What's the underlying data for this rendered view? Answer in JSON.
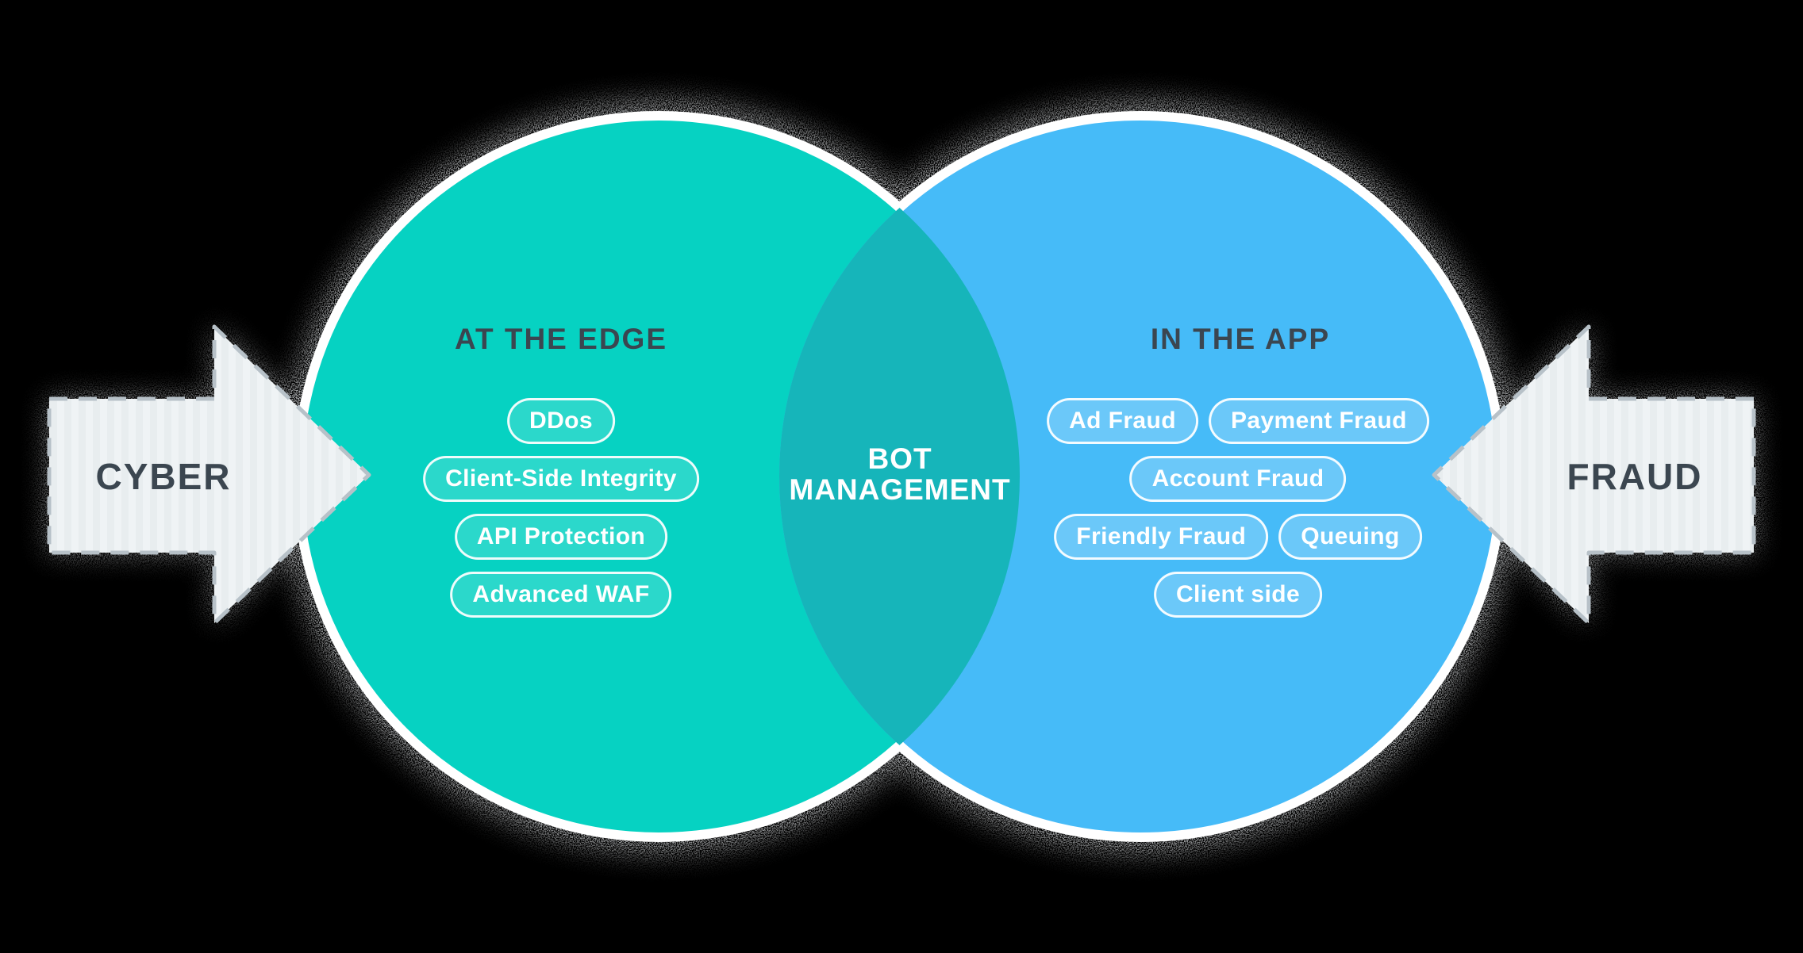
{
  "colors": {
    "background": "#000000",
    "left_circle_fill": "#06D2C2",
    "right_circle_fill": "#46BBF8",
    "overlap_fill": "#16B5BA",
    "circle_ring": "#FFFFFF",
    "arrow_fill": "#E8EDEF",
    "arrow_stripe": "#EFF3F5",
    "arrow_border": "#B7C1C8",
    "heading_text": "#3B4650",
    "pill_text": "#FFFFFF",
    "spray_shadow": "#B9BFC3"
  },
  "left_arrow": {
    "label": "CYBER"
  },
  "right_arrow": {
    "label": "FRAUD"
  },
  "left_circle": {
    "title": "AT THE EDGE",
    "rows": [
      [
        "DDos"
      ],
      [
        "Client-Side Integrity"
      ],
      [
        "API Protection"
      ],
      [
        "Advanced WAF"
      ]
    ]
  },
  "overlap": {
    "line1": "BOT",
    "line2": "MANAGEMENT"
  },
  "right_circle": {
    "title": "IN THE APP",
    "rows": [
      [
        "Ad Fraud",
        "Payment Fraud"
      ],
      [
        "Account Fraud"
      ],
      [
        "Friendly Fraud",
        "Queuing"
      ],
      [
        "Client side"
      ]
    ]
  }
}
